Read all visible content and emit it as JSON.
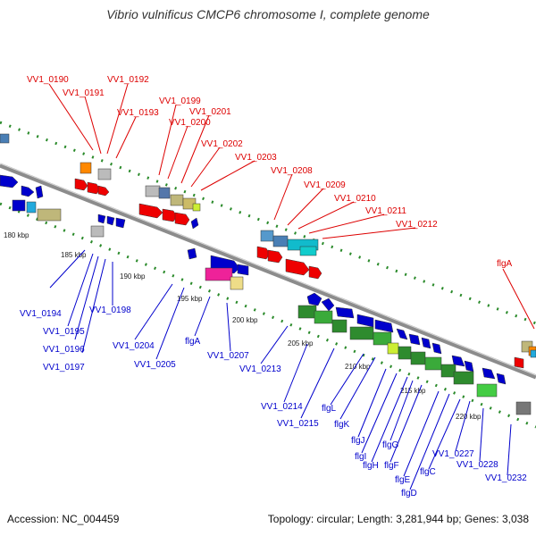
{
  "title": "Vibrio vulnificus CMCP6 chromosome I, complete genome",
  "footer": {
    "accession": "Accession: NC_004459",
    "summary": "Topology: circular; Length: 3,281,944 bp; Genes: 3,038"
  },
  "colors": {
    "top_labels": "#dd0000",
    "bottom_labels": "#0000cc",
    "backbone": "#8c8c8c",
    "dots": "#2a8a2a"
  },
  "ticks": [
    {
      "label": "180 kbp"
    },
    {
      "label": "185 kbp"
    },
    {
      "label": "190 kbp"
    },
    {
      "label": "195 kbp"
    },
    {
      "label": "200 kbp"
    },
    {
      "label": "205 kbp"
    },
    {
      "label": "210 kbp"
    },
    {
      "label": "215 kbp"
    },
    {
      "label": "220 kbp"
    }
  ],
  "top_labels": [
    "VV1_0190",
    "VV1_0191",
    "VV1_0192",
    "VV1_0193",
    "VV1_0199",
    "VV1_0200",
    "VV1_0201",
    "VV1_0202",
    "VV1_0203",
    "VV1_0208",
    "VV1_0209",
    "VV1_0210",
    "VV1_0211",
    "VV1_0212",
    "flgA"
  ],
  "bottom_labels": [
    "VV1_0194",
    "VV1_0195",
    "VV1_0196",
    "VV1_0197",
    "VV1_0198",
    "VV1_0204",
    "VV1_0205",
    "flgA",
    "VV1_0207",
    "VV1_0213",
    "VV1_0214",
    "VV1_0215",
    "flgL",
    "flgK",
    "flgJ",
    "flgI",
    "flgH",
    "flgG",
    "flgF",
    "flgE",
    "flgD",
    "flgC",
    "VV1_0227",
    "VV1_0228",
    "VV1_0232"
  ]
}
